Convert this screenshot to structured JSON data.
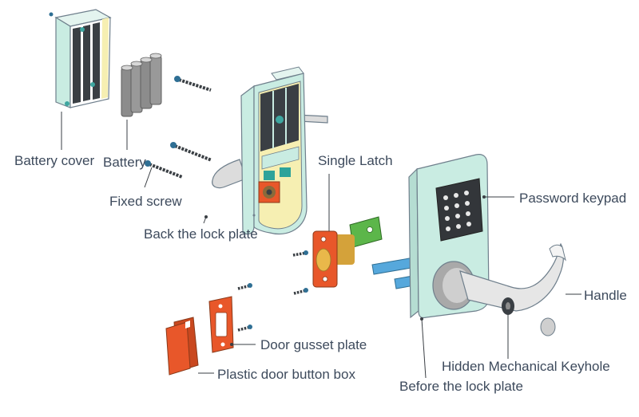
{
  "labels": {
    "battery_cover": "Battery cover",
    "battery": "Battery",
    "fixed_screw": "Fixed screw",
    "back_lock_plate": "Back the lock plate",
    "single_latch": "Single Latch",
    "password_keypad": "Password keypad",
    "handle": "Handle",
    "door_gusset_plate": "Door gusset plate",
    "hidden_keyhole": "Hidden Mechanical Keyhole",
    "plastic_door_button_box": "Plastic door button box",
    "before_lock_plate": "Before the lock plate"
  },
  "colors": {
    "mint": "#c9ece2",
    "outline": "#6f7f8c",
    "yellow": "#f6efb2",
    "battery_gray": "#8c8c8c",
    "orange": "#e8572a",
    "green": "#5cb64a",
    "latch_gold": "#e9b84a",
    "blue": "#56a8dc",
    "chrome": "#dcdcdc",
    "keypad": "#33363a",
    "text": "#3d4a5c"
  }
}
